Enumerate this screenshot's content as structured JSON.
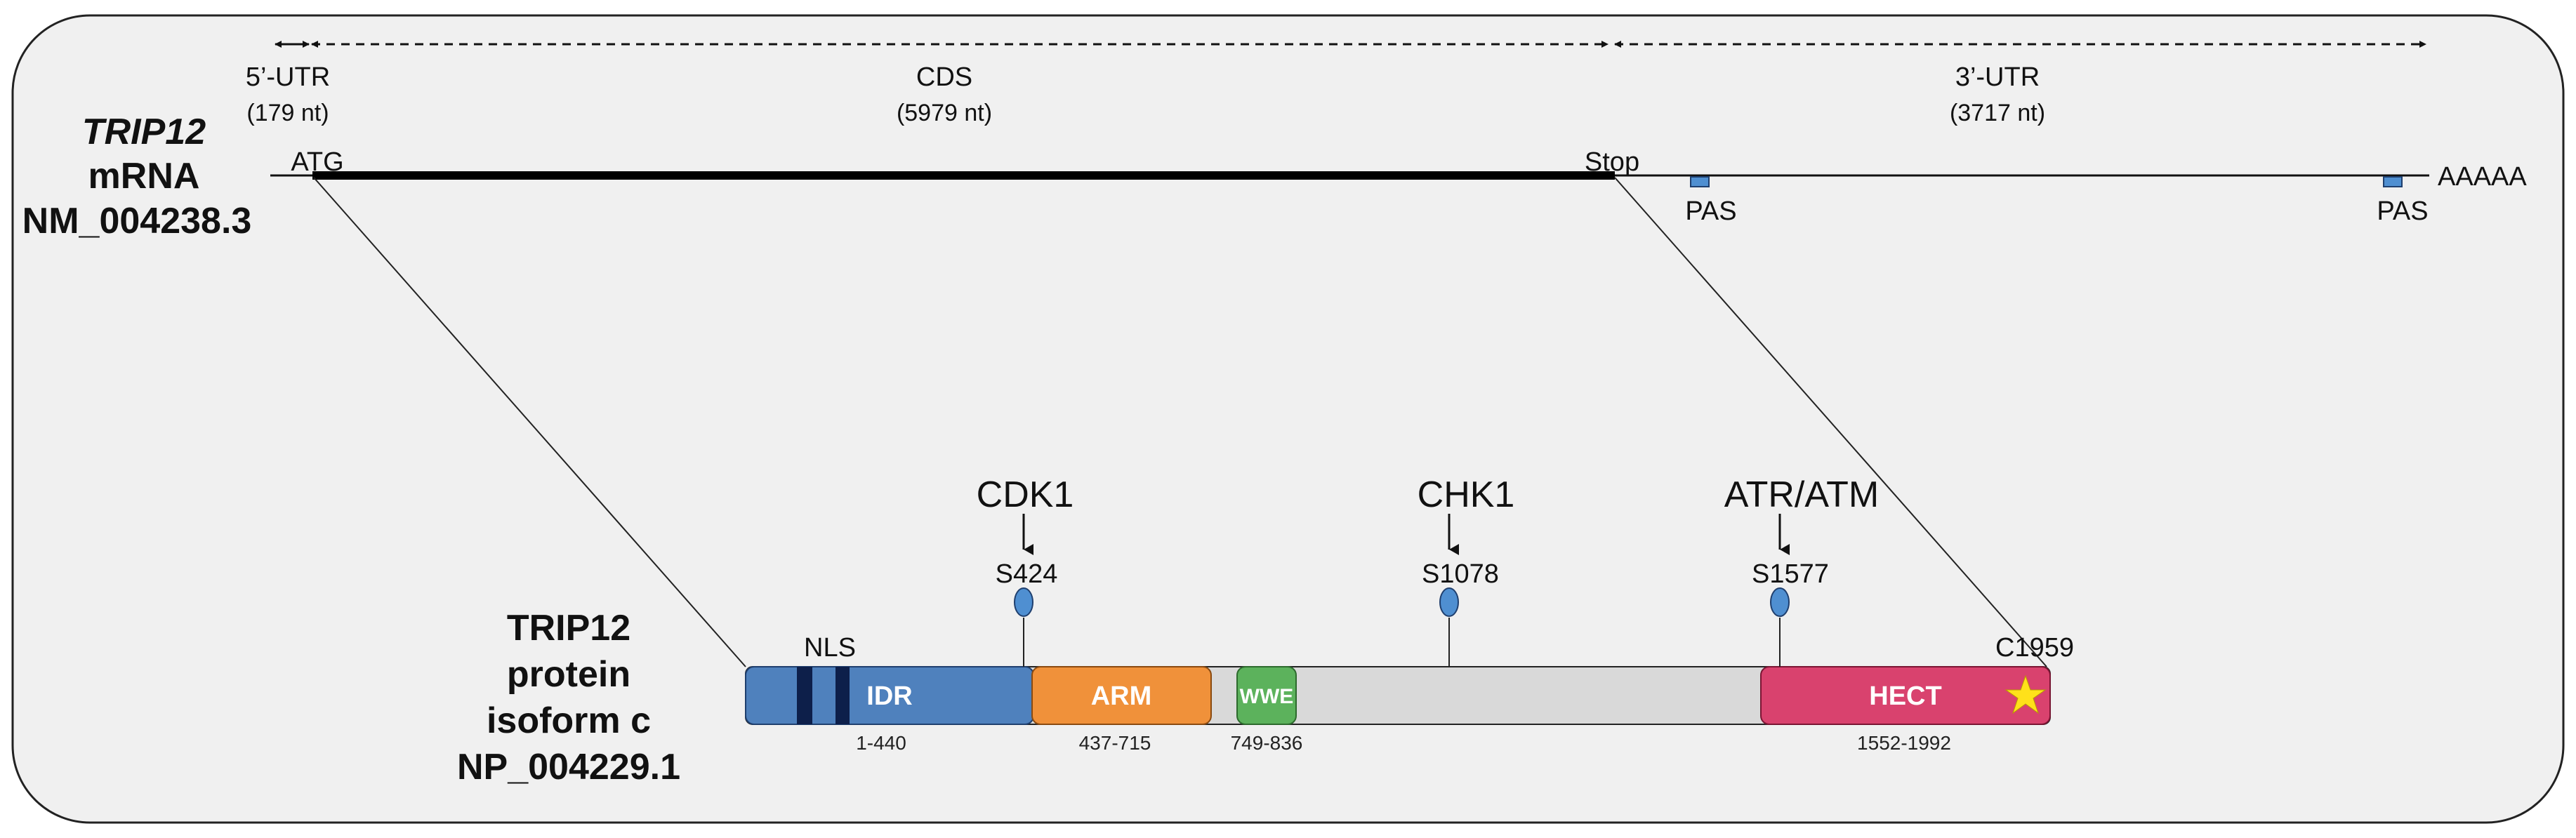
{
  "mrna": {
    "gene": "TRIP12",
    "type": "mRNA",
    "accession": "NM_004238.3",
    "regions": [
      {
        "label": "5’-UTR",
        "length": "(179 nt)"
      },
      {
        "label": "CDS",
        "length": "(5979 nt)"
      },
      {
        "label": "3’-UTR",
        "length": "(3717 nt)"
      }
    ],
    "start_label": "ATG",
    "stop_label": "Stop",
    "pas_labels": [
      "PAS",
      "PAS"
    ],
    "polya": "AAAAA"
  },
  "protein": {
    "title_lines": [
      "TRIP12",
      "protein",
      "isoform c",
      "NP_004229.1"
    ],
    "nls_label": "NLS",
    "domains": [
      {
        "name": "IDR",
        "range": "1-440",
        "color": "#4f81bd"
      },
      {
        "name": "ARM",
        "range": "437-715",
        "color": "#f0913a"
      },
      {
        "name": "WWE",
        "range": "749-836",
        "color": "#5cb25c"
      },
      {
        "name": "HECT",
        "range": "1552-1992",
        "color": "#d9426e"
      }
    ],
    "backbone_color": "#d9d9d9",
    "sites": [
      {
        "kinase": "CDK1",
        "residue": "S424"
      },
      {
        "kinase": "CHK1",
        "residue": "S1078"
      },
      {
        "kinase": "ATR/ATM",
        "residue": "S1577"
      }
    ],
    "catalytic_label": "C1959",
    "catalytic_icon": "star-icon",
    "star_color": "#ffe11a",
    "site_marker_color": "#4f8fd1"
  }
}
